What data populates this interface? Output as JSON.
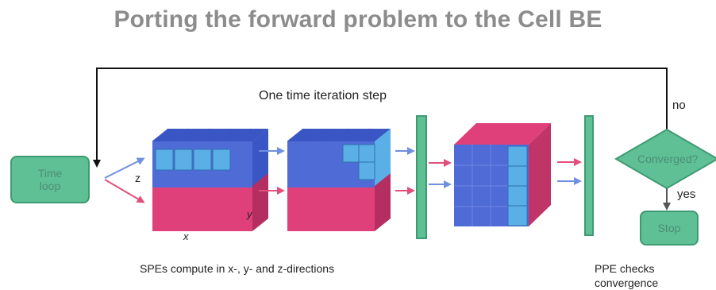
{
  "title": "Porting the forward problem to the Cell BE",
  "step_label": "One time iteration step",
  "time_box": {
    "line1": "Time",
    "line2": "loop"
  },
  "decision": {
    "label": "Converged?",
    "no_label": "no",
    "yes_label": "yes"
  },
  "stop_box": {
    "label": "Stop"
  },
  "axis_labels": {
    "z": "z",
    "y": "y",
    "x": "x"
  },
  "spe_caption": "SPEs compute in x-, y- and z-directions",
  "ppe_caption": {
    "line1": "PPE checks",
    "line2": "convergence"
  },
  "colors": {
    "blue": "#4f6cd6",
    "light_blue": "#5ab0e6",
    "pink": "#e0407a",
    "green": "#5fbf95",
    "arrow_blue": "#6f8fe0",
    "arrow_pink": "#e0507a"
  }
}
